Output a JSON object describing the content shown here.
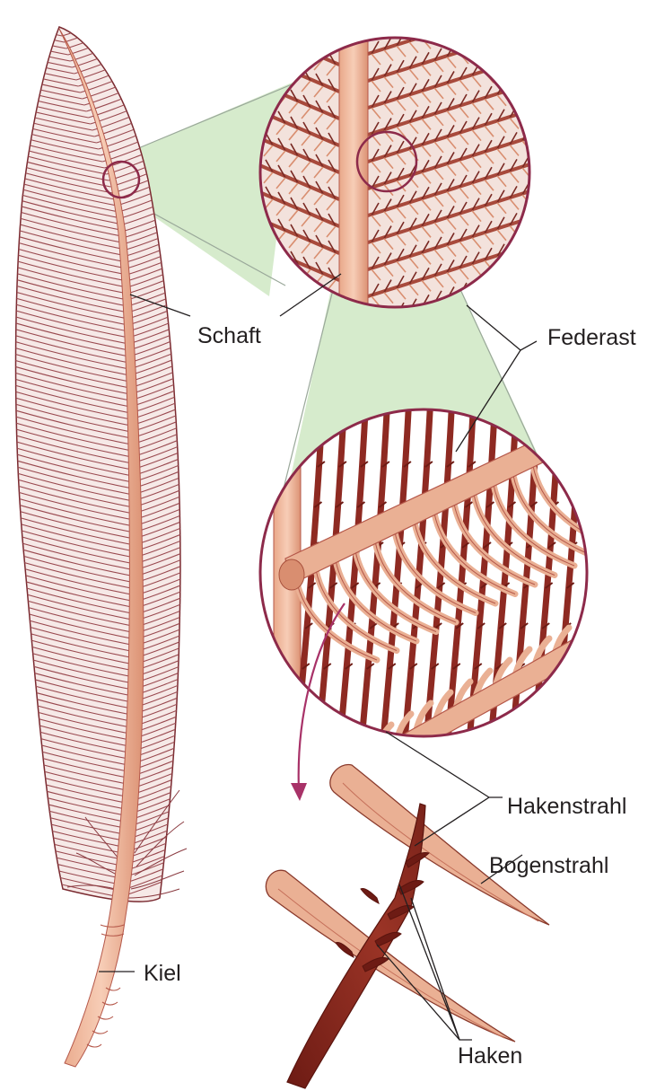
{
  "labels": {
    "schaft": "Schaft",
    "federast": "Federast",
    "hakenstrahl": "Hakenstrahl",
    "bogenstrahl": "Bogenstrahl",
    "kiel": "Kiel",
    "haken": "Haken"
  },
  "colors": {
    "vane": "#a8555b",
    "vane_dark": "#7a2a30",
    "shaft": "#f2b89e",
    "shaft_edge": "#b5584a",
    "branch": "#e7a888",
    "barbule_hook": "#8e2a22",
    "zoom_fill": "#d6ebcc",
    "circle_ring": "#8d2a4a",
    "arrow": "#a83268",
    "leader": "#231f20"
  }
}
